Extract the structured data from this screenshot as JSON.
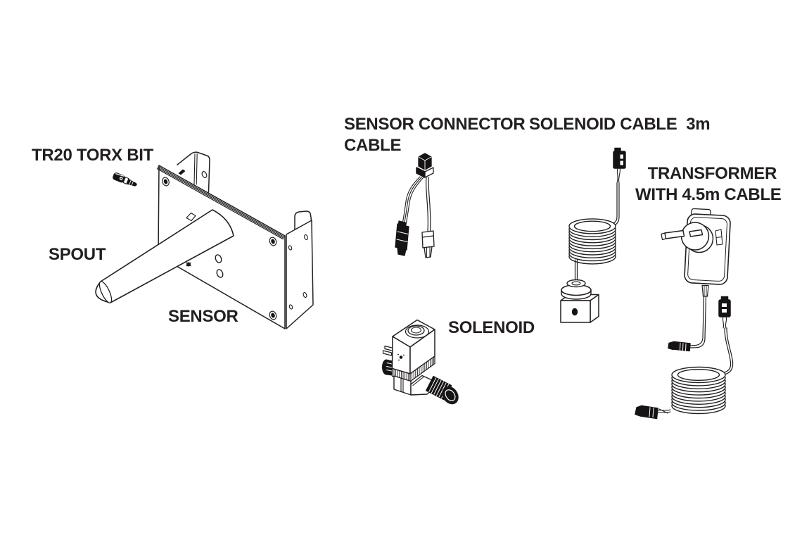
{
  "page": {
    "background": "#ffffff",
    "line_color": "#231f20",
    "dark_fill": "#161314",
    "text_color": "#231f20"
  },
  "labels": {
    "torx_bit": "TR20 TORX BIT",
    "spout": "SPOUT",
    "sensor": "SENSOR",
    "sensor_connector_cable_line1": "SENSOR CONNECTOR",
    "sensor_connector_cable_line2": "CABLE",
    "solenoid_cable": "SOLENOID CABLE  3m",
    "solenoid": "SOLENOID",
    "transformer_line1": "TRANSFORMER",
    "transformer_line2": "WITH 4.5m CABLE"
  }
}
